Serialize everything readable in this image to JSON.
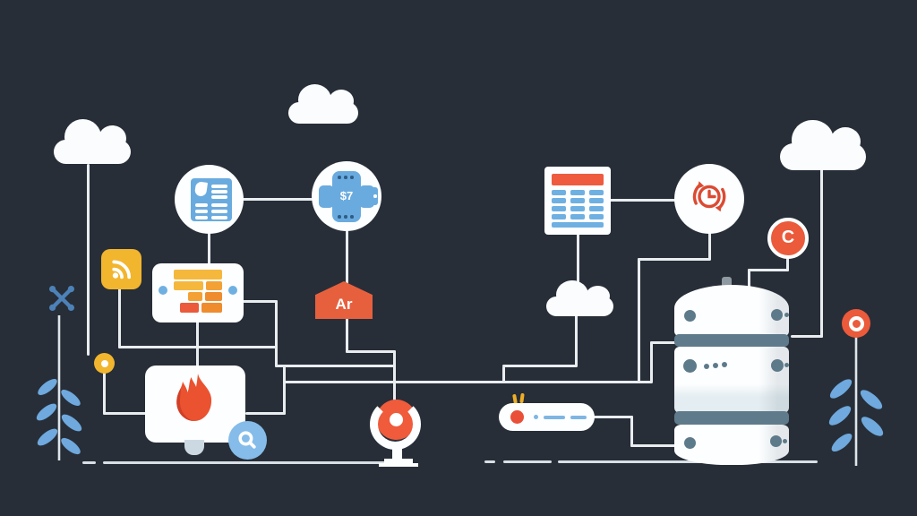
{
  "scene": {
    "type": "flat-illustration",
    "theme": "cloud-data-pipeline-diagram",
    "background_color": "#272e38",
    "connector_color": "#e9edf0",
    "labels": {
      "payment_tag": "$7",
      "archive_banner": "Ar",
      "copyright_badge": "C"
    },
    "palette": {
      "white": "#fdfeff",
      "icon_blue": "#6aabdf",
      "light_blue": "#85bce9",
      "amber": "#f2b52e",
      "orange": "#f0892f",
      "red_orange": "#ea5a3b",
      "flame_red": "#ea5230",
      "slate": "#5f7b8b",
      "leaf_blue": "#6fa9dd",
      "steel_blue": "#4d82b8"
    },
    "elements": [
      {
        "name": "cloud-top-left",
        "type": "cloud"
      },
      {
        "name": "cloud-top-middle",
        "type": "cloud"
      },
      {
        "name": "cloud-middle",
        "type": "cloud"
      },
      {
        "name": "cloud-top-right",
        "type": "cloud"
      },
      {
        "name": "invoice-document-node",
        "type": "circle-node",
        "icon": "invoice-document-icon"
      },
      {
        "name": "payment-device-node",
        "type": "circle-node",
        "icon": "smartwatch-payment-icon",
        "label": "$7"
      },
      {
        "name": "sync-history-node",
        "type": "circle-node",
        "icon": "clock-refresh-icon"
      },
      {
        "name": "spreadsheet-card",
        "type": "card",
        "icon": "spreadsheet-table-icon"
      },
      {
        "name": "brick-wall-card",
        "type": "card",
        "icon": "brick-wall-icon"
      },
      {
        "name": "flame-card",
        "type": "card",
        "icon": "flame-icon"
      },
      {
        "name": "rss-tile",
        "type": "tile",
        "icon": "rss-icon"
      },
      {
        "name": "archive-banner",
        "type": "banner",
        "label": "Ar"
      },
      {
        "name": "search-bubble",
        "type": "badge",
        "icon": "magnifier-icon"
      },
      {
        "name": "copyright-badge",
        "type": "badge",
        "label": "C"
      },
      {
        "name": "ring-flower-badge",
        "type": "badge",
        "icon": "ring-icon"
      },
      {
        "name": "yellow-junction-dot",
        "type": "dot"
      },
      {
        "name": "dish-stand",
        "type": "figure",
        "icon": "gong-dish-icon"
      },
      {
        "name": "router-pill",
        "type": "device",
        "icon": "router-icon"
      },
      {
        "name": "database-stack",
        "type": "database",
        "tiers": 3
      },
      {
        "name": "cross-flower",
        "type": "decor",
        "icon": "x-icon"
      },
      {
        "name": "plant-left",
        "type": "decor",
        "icon": "leaf-branch-icon"
      },
      {
        "name": "plant-right",
        "type": "decor",
        "icon": "leaf-branch-icon"
      }
    ]
  }
}
